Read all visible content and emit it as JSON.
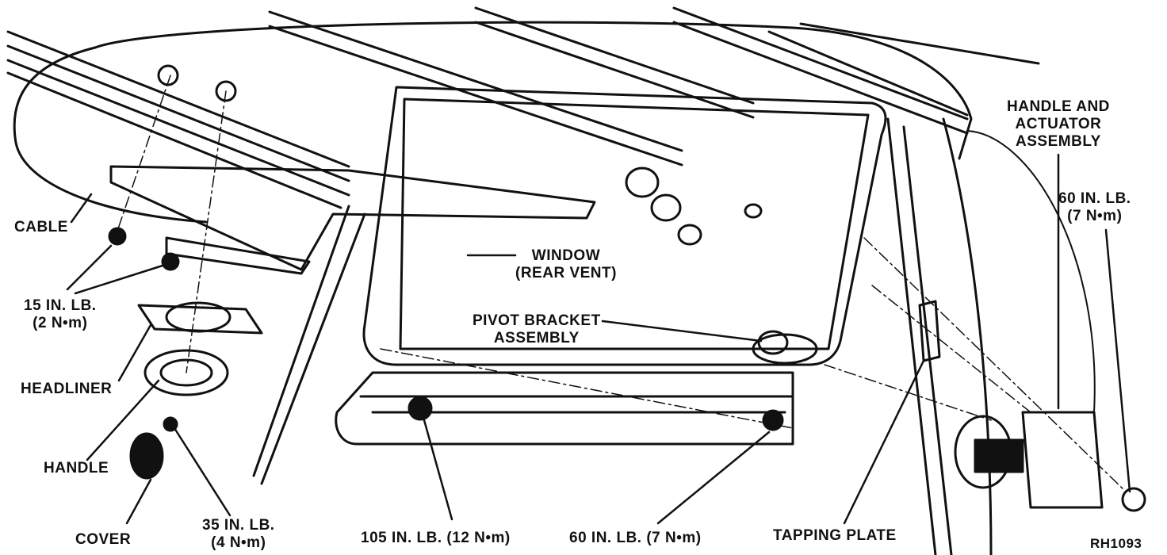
{
  "labels": {
    "cable": "CABLE",
    "torque_15": [
      "15 IN. LB.",
      "(2 N•m)"
    ],
    "headliner": "HEADLINER",
    "handle": "HANDLE",
    "cover": "COVER",
    "torque_35": [
      "35 IN. LB.",
      "(4 N•m)"
    ],
    "torque_105": "105 IN. LB. (12 N•m)",
    "torque_60_bottom": "60 IN. LB. (7 N•m)",
    "tapping_plate": "TAPPING PLATE",
    "window": [
      "WINDOW",
      "(REAR VENT)"
    ],
    "pivot_bracket": [
      "PIVOT BRACKET",
      "ASSEMBLY"
    ],
    "handle_actuator": [
      "HANDLE AND",
      "ACTUATOR",
      "ASSEMBLY"
    ],
    "torque_60_right": [
      "60 IN. LB.",
      "(7 N•m)"
    ],
    "figure_id": "RH1093"
  }
}
